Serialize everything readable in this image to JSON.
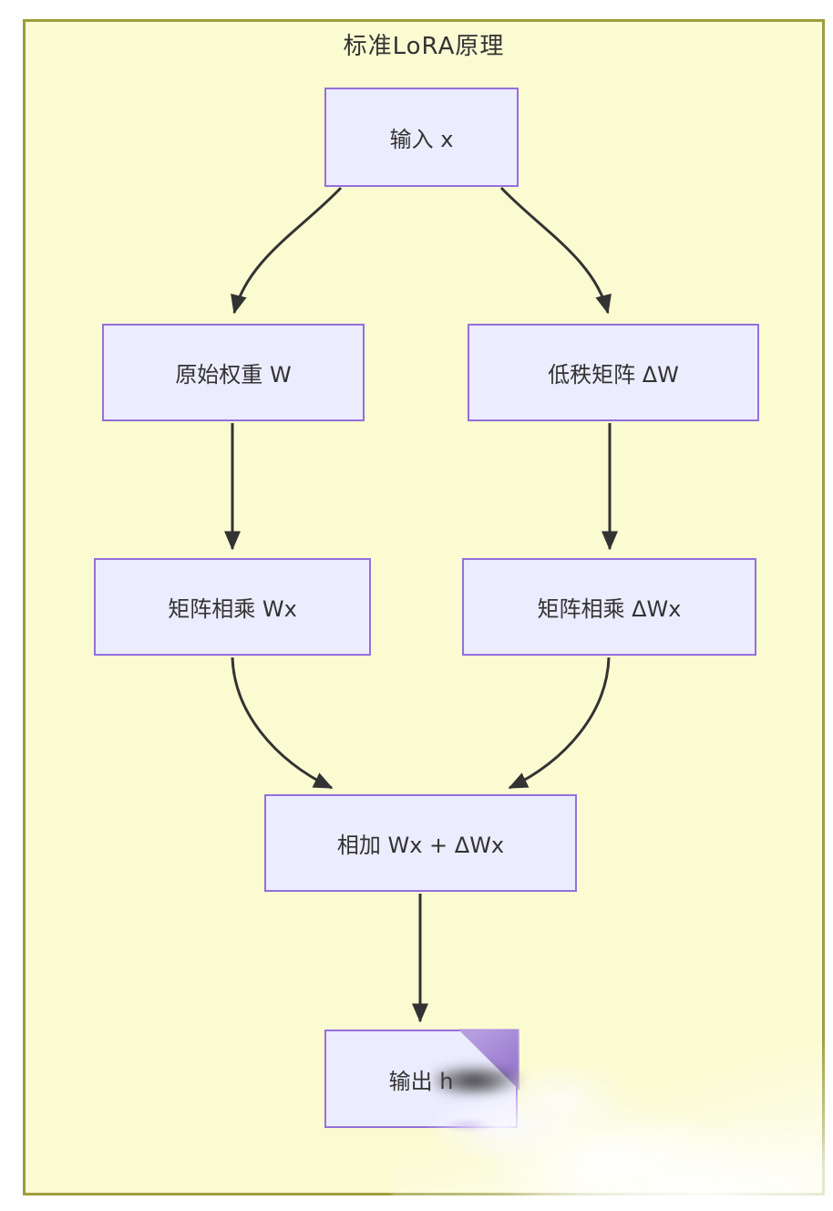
{
  "title": "标准LoRA原理",
  "nodes": [
    {
      "id": "input",
      "label": "输入 x"
    },
    {
      "id": "orig-weight",
      "label": "原始权重 W"
    },
    {
      "id": "lowrank",
      "label": "低秩矩阵 ΔW"
    },
    {
      "id": "matmul-wx",
      "label": "矩阵相乘 Wx"
    },
    {
      "id": "matmul-dwx",
      "label": "矩阵相乘 ΔWx"
    },
    {
      "id": "add",
      "label": "相加 Wx + ΔWx"
    },
    {
      "id": "output",
      "label": "输出 h"
    }
  ],
  "edges": [
    {
      "from": "input",
      "to": "orig-weight"
    },
    {
      "from": "input",
      "to": "lowrank"
    },
    {
      "from": "orig-weight",
      "to": "matmul-wx"
    },
    {
      "from": "lowrank",
      "to": "matmul-dwx"
    },
    {
      "from": "matmul-wx",
      "to": "add"
    },
    {
      "from": "matmul-dwx",
      "to": "add"
    },
    {
      "from": "add",
      "to": "output"
    }
  ],
  "colors": {
    "canvas_background": "#ffffff",
    "panel_background": "#FBFBD2",
    "panel_border": "#9E9E3E",
    "node_fill": "#ECECFF",
    "node_border": "#9370DB",
    "edge_stroke": "#333333",
    "text": "#333333",
    "fold_purple": "#A287D6"
  }
}
